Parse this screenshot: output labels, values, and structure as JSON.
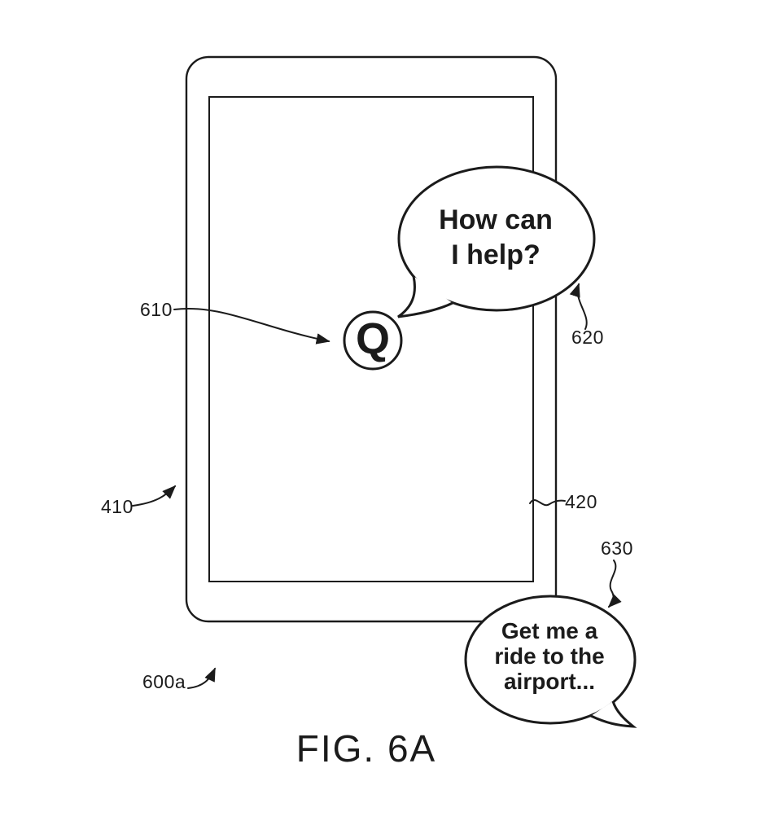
{
  "figure": {
    "caption": "FIG. 6A",
    "reference": "600a"
  },
  "device": {
    "label": "410",
    "screen_label": "420"
  },
  "assistant": {
    "icon_glyph": "Q",
    "icon_label": "610",
    "bubble_label": "620",
    "bubble_lines": [
      "How can",
      "I help?"
    ]
  },
  "user": {
    "bubble_label": "630",
    "bubble_lines": [
      "Get me a",
      "ride to the",
      "airport..."
    ]
  },
  "colors": {
    "ink": "#1b1b1b",
    "paper": "#ffffff"
  }
}
